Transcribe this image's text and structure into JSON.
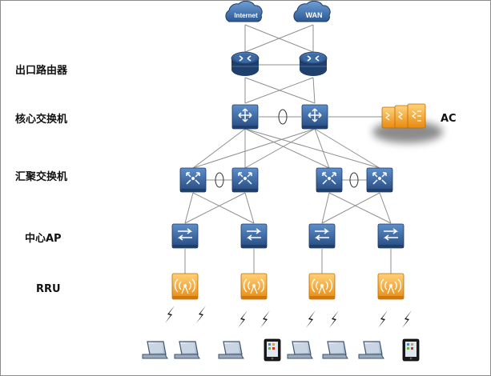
{
  "layers": {
    "exit_router": "出口路由器",
    "core_switch": "核心交换机",
    "aggregation_switch": "汇聚交换机",
    "central_ap": "中心AP",
    "rru": "RRU"
  },
  "clouds": {
    "internet": "Internet",
    "wan": "WAN"
  },
  "controller": {
    "label": "AC"
  },
  "colors": {
    "device_blue": "#3a6aa6",
    "device_dark": "#1f3f6c",
    "accent_orange": "#f0a020",
    "link_gray": "#8f8f8f"
  },
  "icons": {
    "cloud": "cloud-icon",
    "router": "router-icon",
    "core_switch": "core-switch-icon",
    "aggregation_switch": "aggregation-switch-icon",
    "ap": "switch-icon",
    "rru": "wireless-ap-icon",
    "ac": "access-controller-icon",
    "laptop": "laptop-icon",
    "tablet": "tablet-icon",
    "wireless": "lightning-icon"
  }
}
